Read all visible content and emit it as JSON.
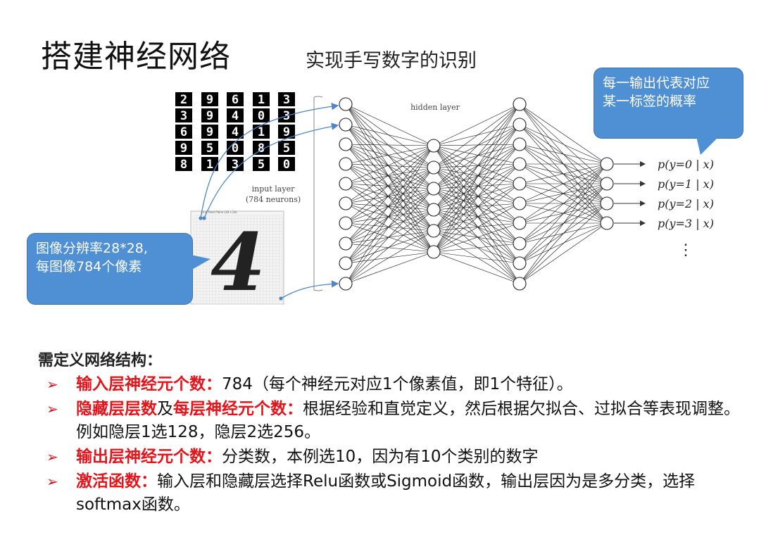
{
  "title": "搭建神经网络",
  "subtitle": "实现手写数字的识别",
  "callouts": {
    "top": [
      "每一输出代表对应",
      "某一标签的概率"
    ],
    "left": [
      "图像分辨率28*28,",
      "每图像784个像素"
    ]
  },
  "figure": {
    "hidden_label": "hidden layer",
    "input_label_1": "input layer",
    "input_label_2": "(784 neurons)",
    "preview_caption": "Grid Pixel Plane (28 x 28)",
    "digits": [
      [
        "2",
        "9",
        "6",
        "1",
        "3"
      ],
      [
        "3",
        "9",
        "4",
        "0",
        "3"
      ],
      [
        "6",
        "9",
        "4",
        "1",
        "9"
      ],
      [
        "9",
        "5",
        "0",
        "8",
        "5"
      ],
      [
        "8",
        "1",
        "3",
        "5",
        "0"
      ]
    ],
    "big_digit": "4",
    "outputs": [
      "p(y=0 | x)",
      "p(y=1 | x)",
      "p(y=2 | x)",
      "p(y=3 | x)"
    ],
    "dots": "⋮"
  },
  "section_title": "需定义网络结构：",
  "bullets": [
    {
      "hl": [
        "输入层神经元个数："
      ],
      "parts": [
        "",
        "784（每个神经元对应1个像素值，即1个特征）。"
      ]
    },
    {
      "hl": [
        "隐藏层层数",
        "每层神经元个数："
      ],
      "parts": [
        "",
        "及",
        "根据经验和直觉定义，然后根据欠拟合、过拟合等表现调整。例如隐层1选128，隐层2选256。"
      ]
    },
    {
      "hl": [
        "输出层神经元个数："
      ],
      "parts": [
        "",
        "分类数，本例选10，因为有10个类别的数字"
      ]
    },
    {
      "hl": [
        "激活函数："
      ],
      "parts": [
        "",
        "输入层和隐藏层选择Relu函数或Sigmoid函数，输出层因为是多分类，选择softmax函数。"
      ]
    }
  ],
  "bullet_glyph": "➢"
}
